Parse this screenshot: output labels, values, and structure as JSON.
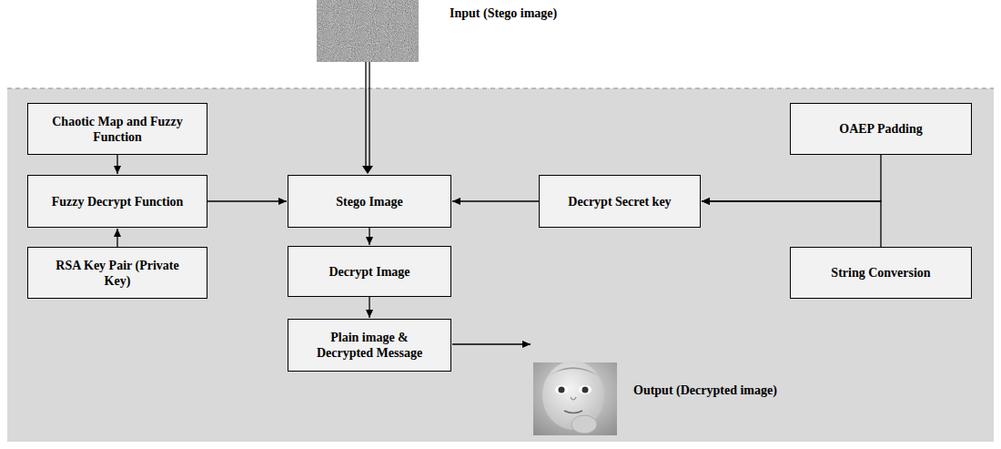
{
  "diagram": {
    "nodes": [
      {
        "text": [
          "Chaotic Map and Fuzzy Function"
        ]
      },
      {
        "text": [
          "OAEP Padding"
        ]
      },
      {
        "text": [
          "Fuzzy Decrypt Function"
        ]
      },
      {
        "text": [
          "Stego Image"
        ]
      },
      {
        "text": [
          "Decrypt Secret key"
        ]
      },
      {
        "text": [
          "RSA Key Pair (Private Key)"
        ]
      },
      {
        "text": [
          "Decrypt Image"
        ]
      },
      {
        "text": [
          "String Conversion"
        ]
      },
      {
        "text": [
          "Plain image & Decrypted Message"
        ]
      }
    ],
    "edges": [
      {
        "from": 0,
        "to": 2,
        "arrow": "to"
      },
      {
        "from": 5,
        "to": 2,
        "arrow": "to"
      },
      {
        "from": 2,
        "to": 3,
        "arrow": "to"
      },
      {
        "from": 1,
        "to": 4,
        "arrow": "to"
      },
      {
        "from": 7,
        "to": 4,
        "arrow": "to"
      },
      {
        "from": 4,
        "to": 3,
        "arrow": "to"
      },
      {
        "from": 3,
        "to": 6,
        "arrow": "to"
      },
      {
        "from": 6,
        "to": 8,
        "arrow": "to"
      }
    ],
    "labels": [
      "Input (Stego image)",
      "Output (Decrypted image)"
    ]
  }
}
